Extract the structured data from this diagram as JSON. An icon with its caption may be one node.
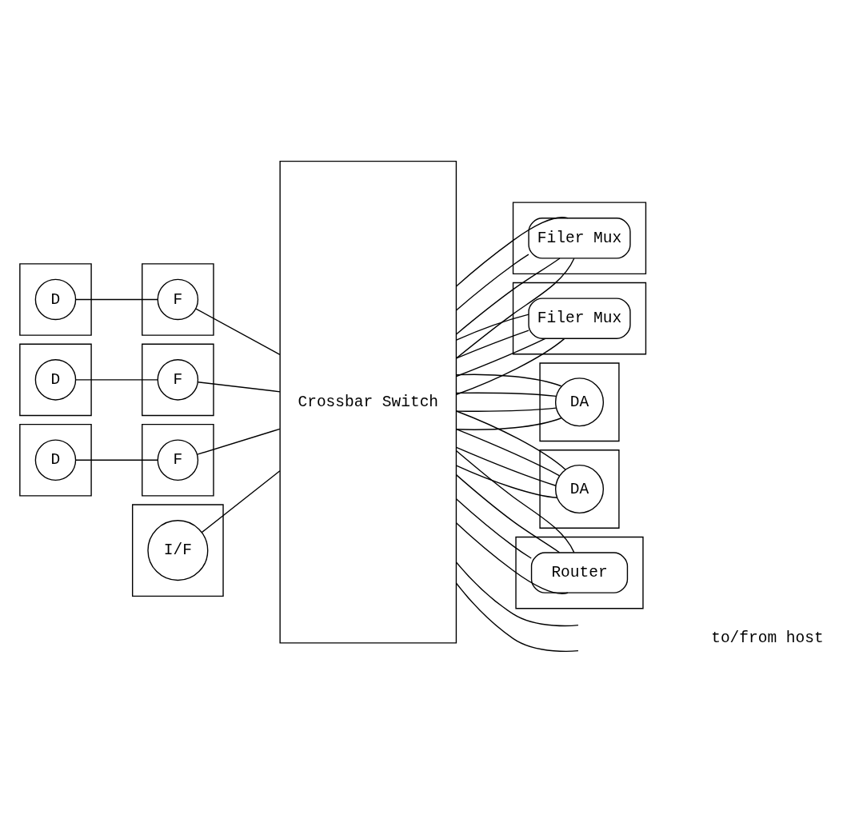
{
  "diagram": {
    "nodes": [
      {
        "text": [],
        "shape": "box"
      },
      {
        "text": [
          "D"
        ],
        "in": 0
      },
      {
        "text": [],
        "shape": "box"
      },
      {
        "text": [
          "F"
        ],
        "in": 2
      },
      {
        "text": [],
        "shape": "box"
      },
      {
        "text": [
          "D"
        ],
        "in": 4
      },
      {
        "text": [],
        "shape": "box"
      },
      {
        "text": [
          "F"
        ],
        "in": 6
      },
      {
        "text": [],
        "shape": "box"
      },
      {
        "text": [
          "D"
        ],
        "in": 8
      },
      {
        "text": [],
        "shape": "box"
      },
      {
        "text": [
          "F"
        ],
        "in": 10
      },
      {
        "text": [],
        "shape": "box"
      },
      {
        "text": [
          "I/F"
        ],
        "in": 12
      },
      {
        "text": [
          "Crossbar Switch"
        ]
      },
      {
        "text": [],
        "shape": "box"
      },
      {
        "text": [
          "Filer Mux"
        ],
        "in": 15
      },
      {
        "text": [],
        "shape": "box"
      },
      {
        "text": [
          "Filer Mux"
        ],
        "in": 17
      },
      {
        "text": [],
        "shape": "box"
      },
      {
        "text": [
          "DA"
        ],
        "in": 19
      },
      {
        "text": [],
        "shape": "box"
      },
      {
        "text": [
          "DA"
        ],
        "in": 21
      },
      {
        "text": [],
        "shape": "box"
      },
      {
        "text": [
          "Router"
        ],
        "in": 23
      }
    ],
    "edges": [
      {
        "from": 1,
        "to": 3,
        "arrow": "none"
      },
      {
        "from": 5,
        "to": 7,
        "arrow": "none"
      },
      {
        "from": 9,
        "to": 11,
        "arrow": "none"
      },
      {
        "from": 3,
        "to": 14,
        "arrow": "none"
      },
      {
        "from": 7,
        "to": 14,
        "arrow": "none"
      },
      {
        "from": 11,
        "to": 14,
        "arrow": "none"
      },
      {
        "from": 13,
        "to": 14,
        "arrow": "none"
      },
      {
        "from": 14,
        "to": 16,
        "arrow": "none"
      },
      {
        "from": 14,
        "to": 16,
        "arrow": "none"
      },
      {
        "from": 14,
        "to": 16,
        "arrow": "none"
      },
      {
        "from": 14,
        "to": 16,
        "arrow": "none"
      },
      {
        "from": 14,
        "to": 18,
        "arrow": "none"
      },
      {
        "from": 14,
        "to": 18,
        "arrow": "none"
      },
      {
        "from": 14,
        "to": 18,
        "arrow": "none"
      },
      {
        "from": 14,
        "to": 18,
        "arrow": "none"
      },
      {
        "from": 14,
        "to": 20,
        "arrow": "none"
      },
      {
        "from": 14,
        "to": 20,
        "arrow": "none"
      },
      {
        "from": 14,
        "to": 20,
        "arrow": "none"
      },
      {
        "from": 14,
        "to": 20,
        "arrow": "none"
      },
      {
        "from": 14,
        "to": 22,
        "arrow": "none"
      },
      {
        "from": 14,
        "to": 22,
        "arrow": "none"
      },
      {
        "from": 14,
        "to": 22,
        "arrow": "none"
      },
      {
        "from": 14,
        "to": 22,
        "arrow": "none"
      },
      {
        "from": 14,
        "to": 24,
        "arrow": "none"
      },
      {
        "from": 14,
        "to": 24,
        "arrow": "none"
      },
      {
        "from": 14,
        "to": 24,
        "arrow": "none"
      },
      {
        "from": 14,
        "to": 24,
        "arrow": "none"
      },
      {
        "from": 14,
        "to": null,
        "arrow": "none"
      },
      {
        "from": 14,
        "to": null,
        "arrow": "none"
      }
    ],
    "labels": [
      "to/from host"
    ]
  }
}
